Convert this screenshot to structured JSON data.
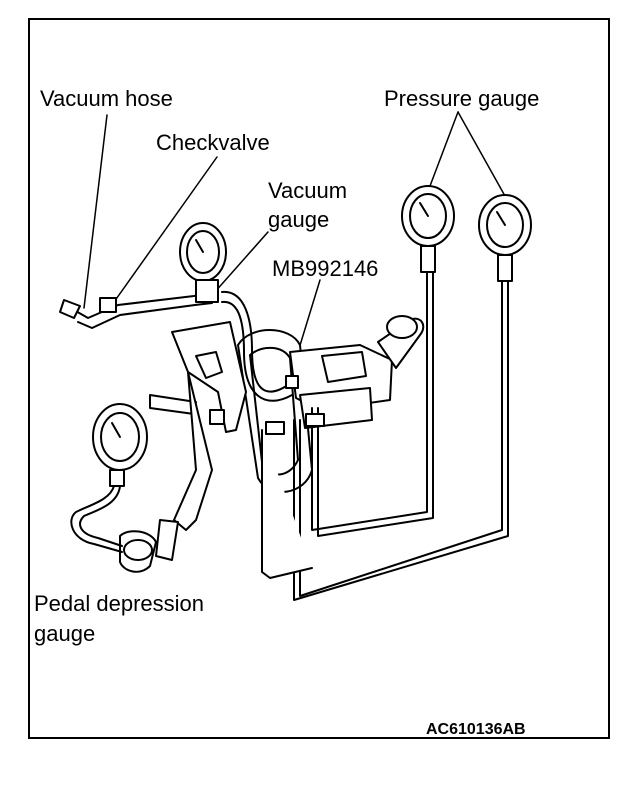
{
  "labels": {
    "vacuum_hose": "Vacuum hose",
    "checkvalve": "Checkvalve",
    "vacuum_gauge_line1": "Vacuum",
    "vacuum_gauge_line2": "gauge",
    "tool_number": "MB992146",
    "pressure_gauge": "Pressure gauge",
    "pedal_gauge_line1": "Pedal depression",
    "pedal_gauge_line2": "gauge"
  },
  "figure_code": "AC610136AB",
  "colors": {
    "ink": "#000000",
    "paper": "#ffffff"
  }
}
